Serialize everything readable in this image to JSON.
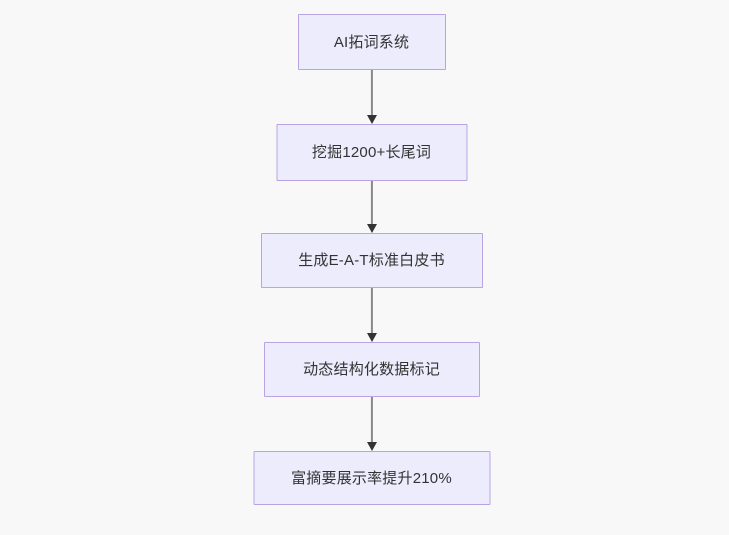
{
  "diagram": {
    "type": "flowchart",
    "direction": "top-to-bottom",
    "background_color": "#f8f8f8",
    "node_fill_color": "#ececfc",
    "node_border_color": "#b9a3e3",
    "node_text_color": "#333333",
    "connector_line_color": "#888888",
    "connector_arrow_color": "#333333",
    "nodes": [
      {
        "id": "node-1",
        "label": "AI拓词系统"
      },
      {
        "id": "node-2",
        "label": "挖掘1200+长尾词"
      },
      {
        "id": "node-3",
        "label": "生成E-A-T标准白皮书"
      },
      {
        "id": "node-4",
        "label": "动态结构化数据标记"
      },
      {
        "id": "node-5",
        "label": "富摘要展示率提升210%"
      }
    ],
    "edges": [
      {
        "id": "connector-1",
        "from": "node-1",
        "to": "node-2"
      },
      {
        "id": "connector-2",
        "from": "node-2",
        "to": "node-3"
      },
      {
        "id": "connector-3",
        "from": "node-3",
        "to": "node-4"
      },
      {
        "id": "connector-4",
        "from": "node-4",
        "to": "node-5"
      }
    ]
  }
}
